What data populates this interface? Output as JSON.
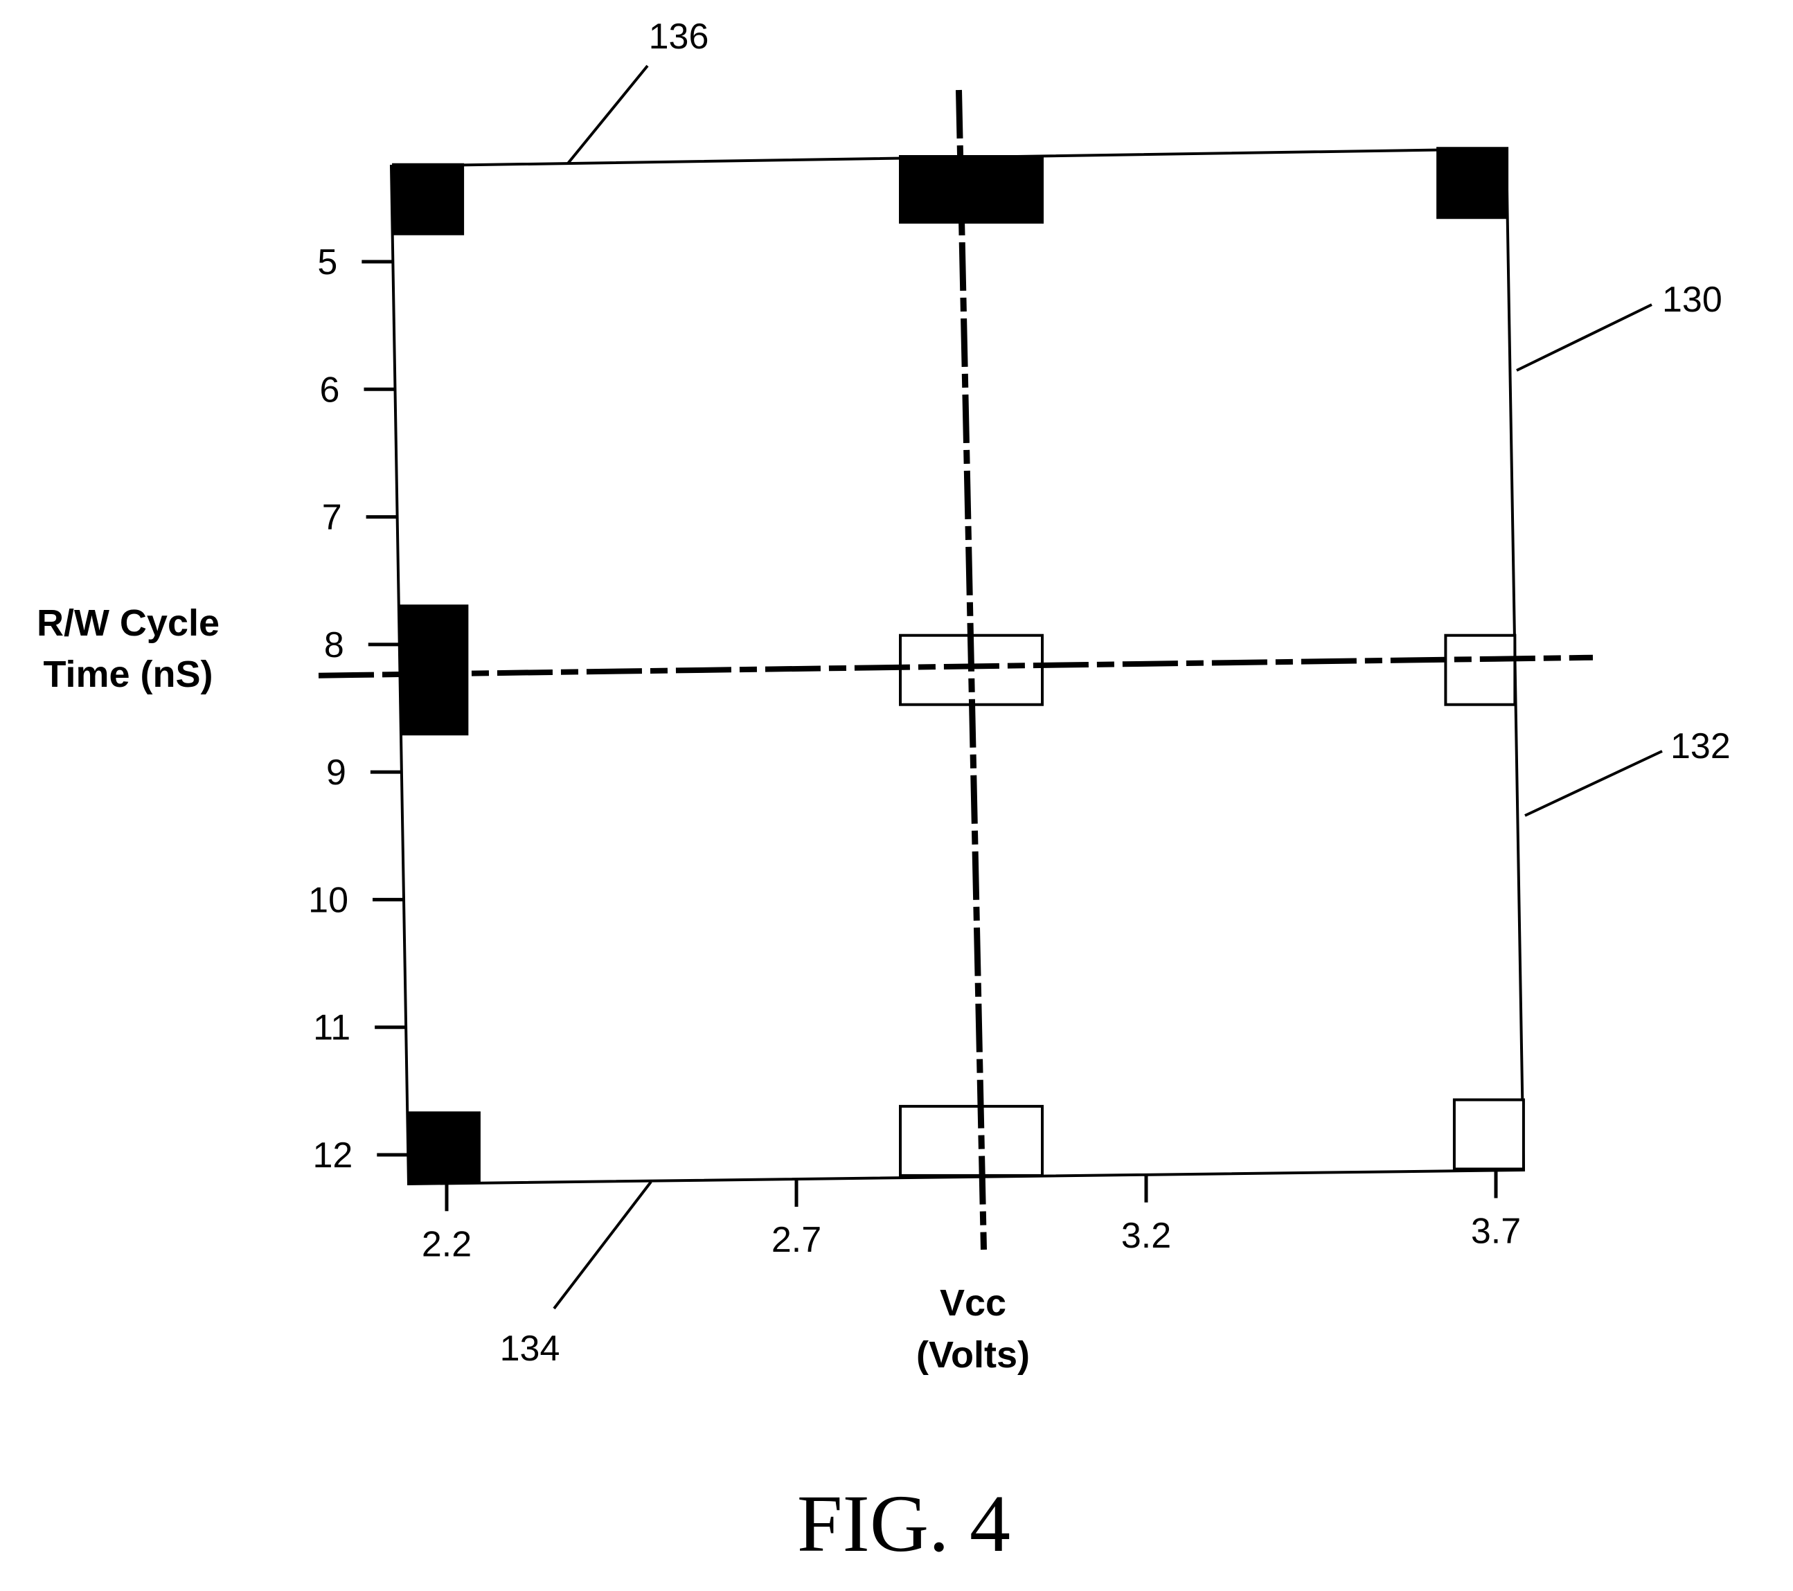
{
  "chart_data": {
    "type": "scatter",
    "title": "",
    "xlabel": "Vcc",
    "xlabel_unit": "(Volts)",
    "ylabel": "R/W Cycle",
    "ylabel_unit": "Time (nS)",
    "x_ticks": [
      "2.2",
      "2.7",
      "3.2",
      "3.7"
    ],
    "y_ticks": [
      "5",
      "6",
      "7",
      "8",
      "9",
      "10",
      "11",
      "12"
    ],
    "xlim": [
      2.2,
      3.7
    ],
    "ylim": [
      4.2,
      12.2
    ],
    "y_inverted": true,
    "center_lines": {
      "vcc": 2.95,
      "cycle_time": 8.2
    },
    "test_points": [
      {
        "vcc": 2.2,
        "cycle_time": 4.6,
        "filled": true
      },
      {
        "vcc": 2.95,
        "cycle_time": 4.6,
        "filled": true
      },
      {
        "vcc": 3.7,
        "cycle_time": 4.6,
        "filled": true
      },
      {
        "vcc": 2.2,
        "cycle_time": 8.2,
        "filled": true
      },
      {
        "vcc": 2.95,
        "cycle_time": 8.2,
        "filled": false
      },
      {
        "vcc": 3.7,
        "cycle_time": 8.2,
        "filled": false
      },
      {
        "vcc": 2.2,
        "cycle_time": 12.2,
        "filled": true
      },
      {
        "vcc": 2.95,
        "cycle_time": 12.2,
        "filled": false
      },
      {
        "vcc": 3.7,
        "cycle_time": 12.2,
        "filled": false
      }
    ]
  },
  "ref_labels": {
    "top_border": "136",
    "right_upper": "130",
    "right_lower": "132",
    "bottom_border": "134"
  },
  "caption": "FIG. 4"
}
